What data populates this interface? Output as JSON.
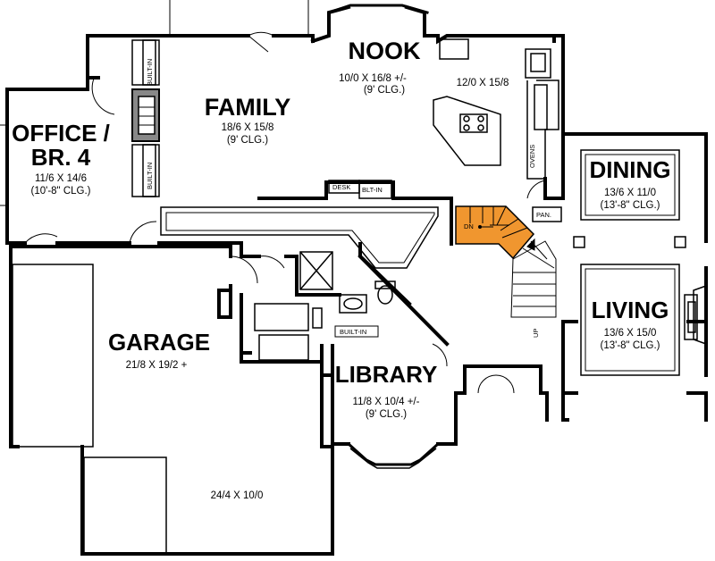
{
  "rooms": {
    "nook": {
      "name": "NOOK",
      "size": "10/0 X 16/8 +/-",
      "ceiling": "(9' CLG.)"
    },
    "kitchen": {
      "size": "12/0 X 15/8"
    },
    "family": {
      "name": "FAMILY",
      "size": "18/6 X 15/8",
      "ceiling": "(9' CLG.)"
    },
    "office": {
      "name_line1": "OFFICE /",
      "name_line2": "BR. 4",
      "size": "11/6 X 14/6",
      "ceiling": "(10'-8\" CLG.)"
    },
    "dining": {
      "name": "DINING",
      "size": "13/6 X 11/0",
      "ceiling": "(13'-8\" CLG.)"
    },
    "living": {
      "name": "LIVING",
      "size": "13/6 X 15/0",
      "ceiling": "(13'-8\" CLG.)"
    },
    "garage": {
      "name": "GARAGE",
      "size": "21/8 X 19/2 +",
      "lower_size": "24/4 X 10/0"
    },
    "library": {
      "name": "LIBRARY",
      "size": "11/8 X 10/4 +/-",
      "ceiling": "(9' CLG.)"
    }
  },
  "labels": {
    "built_in_upper": "BUILT-IN",
    "built_in_lower": "BUILT-IN",
    "built_in_hall": "BUILT-IN",
    "desk": "DESK",
    "blt_in": "BLT-IN",
    "ovens": "OVENS",
    "pantry": "PAN.",
    "stair_down": "DN",
    "stair_up": "UP"
  },
  "colors": {
    "stair_highlight": "#f0962f",
    "wall": "#000000",
    "background": "#ffffff"
  }
}
